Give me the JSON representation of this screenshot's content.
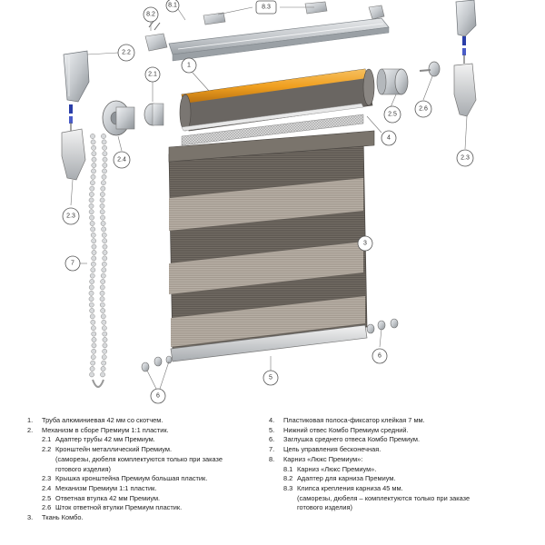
{
  "labels": [
    {
      "id": "1",
      "text": "1"
    },
    {
      "id": "2.1",
      "text": "2.1"
    },
    {
      "id": "2.2",
      "text": "2.2"
    },
    {
      "id": "2.3a",
      "text": "2.3"
    },
    {
      "id": "2.3b",
      "text": "2.3"
    },
    {
      "id": "2.4",
      "text": "2.4"
    },
    {
      "id": "2.5",
      "text": "2.5"
    },
    {
      "id": "2.6",
      "text": "2.6"
    },
    {
      "id": "3",
      "text": "3"
    },
    {
      "id": "4",
      "text": "4"
    },
    {
      "id": "5",
      "text": "5"
    },
    {
      "id": "6a",
      "text": "6"
    },
    {
      "id": "6b",
      "text": "6"
    },
    {
      "id": "7",
      "text": "7"
    },
    {
      "id": "8.1",
      "text": "8.1"
    },
    {
      "id": "8.2",
      "text": "8.2"
    },
    {
      "id": "8.3",
      "text": "8.3"
    }
  ],
  "legend_left": [
    {
      "type": "main",
      "num": "1.",
      "text": "Труба алюминиевая 42 мм со скотчем."
    },
    {
      "type": "main",
      "num": "2.",
      "text": "Механизм в сборе Премиум 1:1 пластик."
    },
    {
      "type": "sub",
      "num": "2.1",
      "text": "Адаптер трубы 42 мм Премиум."
    },
    {
      "type": "sub",
      "num": "2.2",
      "text": "Кронштейн металлический Премиум."
    },
    {
      "type": "cont",
      "text": "(саморезы, дюбеля комплектуются только при заказе"
    },
    {
      "type": "cont",
      "text": "готового изделия)"
    },
    {
      "type": "sub",
      "num": "2.3",
      "text": "Крышка кронштейна Премиум большая пластик."
    },
    {
      "type": "sub",
      "num": "2.4",
      "text": "Механизм Премиум 1:1 пластик."
    },
    {
      "type": "sub",
      "num": "2.5",
      "text": "Ответная втулка 42 мм Премиум."
    },
    {
      "type": "sub",
      "num": "2.6",
      "text": "Шток ответной втулки Премиум пластик."
    },
    {
      "type": "main",
      "num": "3.",
      "text": "Ткань Комбо."
    }
  ],
  "legend_right": [
    {
      "type": "main",
      "num": "4.",
      "text": "Пластиковая полоса-фиксатор клейкая 7 мм."
    },
    {
      "type": "main",
      "num": "5.",
      "text": "Нижний отвес Комбо Премиум средний."
    },
    {
      "type": "main",
      "num": "6.",
      "text": "Заглушка среднего отвеса Комбо Премиум."
    },
    {
      "type": "main",
      "num": "7.",
      "text": "Цепь управления бесконечная."
    },
    {
      "type": "main",
      "num": "8.",
      "text": "Карниз «Люкс Премиум»:"
    },
    {
      "type": "sub",
      "num": "8.1",
      "text": "Карниз «Люкс Премиум»."
    },
    {
      "type": "sub",
      "num": "8.2",
      "text": "Адаптер для карниза Премиум."
    },
    {
      "type": "sub",
      "num": "8.3",
      "text": "Клипса крепления карниза 45 мм."
    },
    {
      "type": "cont",
      "text": "(саморезы, дюбеля – комплектуются только при заказе"
    },
    {
      "type": "cont",
      "text": "готового изделия)"
    }
  ],
  "colors": {
    "tape": "#f0a020",
    "fabric_dark": "#5c5650",
    "fabric_sheer": "#9c948c",
    "metal": "#c9ccd0",
    "screw_blue": "#2a3ea8"
  }
}
